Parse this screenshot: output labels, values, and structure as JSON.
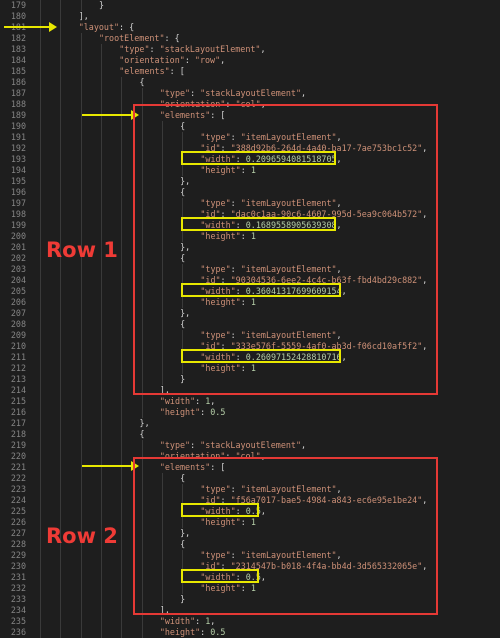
{
  "lines": [
    {
      "num": "179",
      "indent": 7,
      "parts": [
        {
          "t": "}",
          "c": "p"
        }
      ]
    },
    {
      "num": "180",
      "indent": 5,
      "parts": [
        {
          "t": "],",
          "c": "p"
        }
      ]
    },
    {
      "num": "181",
      "indent": 5,
      "parts": [
        {
          "t": "\"layout\"",
          "c": "k"
        },
        {
          "t": ": {",
          "c": "p"
        }
      ]
    },
    {
      "num": "182",
      "indent": 7,
      "parts": [
        {
          "t": "\"rootElement\"",
          "c": "k"
        },
        {
          "t": ": {",
          "c": "p"
        }
      ]
    },
    {
      "num": "183",
      "indent": 9,
      "parts": [
        {
          "t": "\"type\"",
          "c": "k"
        },
        {
          "t": ": ",
          "c": "p"
        },
        {
          "t": "\"stackLayoutElement\"",
          "c": "s"
        },
        {
          "t": ",",
          "c": "p"
        }
      ]
    },
    {
      "num": "184",
      "indent": 9,
      "parts": [
        {
          "t": "\"orientation\"",
          "c": "k"
        },
        {
          "t": ": ",
          "c": "p"
        },
        {
          "t": "\"row\"",
          "c": "s"
        },
        {
          "t": ",",
          "c": "p"
        }
      ]
    },
    {
      "num": "185",
      "indent": 9,
      "parts": [
        {
          "t": "\"elements\"",
          "c": "k"
        },
        {
          "t": ": [",
          "c": "p"
        }
      ]
    },
    {
      "num": "186",
      "indent": 11,
      "parts": [
        {
          "t": "{",
          "c": "p"
        }
      ]
    },
    {
      "num": "187",
      "indent": 13,
      "parts": [
        {
          "t": "\"type\"",
          "c": "k"
        },
        {
          "t": ": ",
          "c": "p"
        },
        {
          "t": "\"stackLayoutElement\"",
          "c": "s"
        },
        {
          "t": ",",
          "c": "p"
        }
      ]
    },
    {
      "num": "188",
      "indent": 13,
      "parts": [
        {
          "t": "\"orientation\"",
          "c": "k"
        },
        {
          "t": ": ",
          "c": "p"
        },
        {
          "t": "\"col\"",
          "c": "s"
        },
        {
          "t": ",",
          "c": "p"
        }
      ]
    },
    {
      "num": "189",
      "indent": 13,
      "parts": [
        {
          "t": "\"elements\"",
          "c": "k"
        },
        {
          "t": ": [",
          "c": "p"
        }
      ]
    },
    {
      "num": "190",
      "indent": 15,
      "parts": [
        {
          "t": "{",
          "c": "p"
        }
      ]
    },
    {
      "num": "191",
      "indent": 17,
      "parts": [
        {
          "t": "\"type\"",
          "c": "k"
        },
        {
          "t": ": ",
          "c": "p"
        },
        {
          "t": "\"itemLayoutElement\"",
          "c": "s"
        },
        {
          "t": ",",
          "c": "p"
        }
      ]
    },
    {
      "num": "192",
      "indent": 17,
      "parts": [
        {
          "t": "\"id\"",
          "c": "k"
        },
        {
          "t": ": ",
          "c": "p"
        },
        {
          "t": "\"388d92b6-264d-4a40-ba17-7ae753bc1c52\"",
          "c": "s"
        },
        {
          "t": ",",
          "c": "p"
        }
      ]
    },
    {
      "num": "193",
      "indent": 17,
      "parts": [
        {
          "t": "\"width\"",
          "c": "k"
        },
        {
          "t": ": ",
          "c": "p"
        },
        {
          "t": "0.2096594081518705",
          "c": "n"
        },
        {
          "t": ",",
          "c": "p"
        }
      ]
    },
    {
      "num": "194",
      "indent": 17,
      "parts": [
        {
          "t": "\"height\"",
          "c": "k"
        },
        {
          "t": ": ",
          "c": "p"
        },
        {
          "t": "1",
          "c": "n"
        }
      ]
    },
    {
      "num": "195",
      "indent": 15,
      "parts": [
        {
          "t": "},",
          "c": "p"
        }
      ]
    },
    {
      "num": "196",
      "indent": 15,
      "parts": [
        {
          "t": "{",
          "c": "p"
        }
      ]
    },
    {
      "num": "197",
      "indent": 17,
      "parts": [
        {
          "t": "\"type\"",
          "c": "k"
        },
        {
          "t": ": ",
          "c": "p"
        },
        {
          "t": "\"itemLayoutElement\"",
          "c": "s"
        },
        {
          "t": ",",
          "c": "p"
        }
      ]
    },
    {
      "num": "198",
      "indent": 17,
      "parts": [
        {
          "t": "\"id\"",
          "c": "k"
        },
        {
          "t": ": ",
          "c": "p"
        },
        {
          "t": "\"dac0c1aa-90c6-4607-995d-5ea9c064b572\"",
          "c": "s"
        },
        {
          "t": ",",
          "c": "p"
        }
      ]
    },
    {
      "num": "199",
      "indent": 17,
      "parts": [
        {
          "t": "\"width\"",
          "c": "k"
        },
        {
          "t": ": ",
          "c": "p"
        },
        {
          "t": "0.1689558905639308",
          "c": "n"
        },
        {
          "t": ",",
          "c": "p"
        }
      ]
    },
    {
      "num": "200",
      "indent": 17,
      "parts": [
        {
          "t": "\"height\"",
          "c": "k"
        },
        {
          "t": ": ",
          "c": "p"
        },
        {
          "t": "1",
          "c": "n"
        }
      ]
    },
    {
      "num": "201",
      "indent": 15,
      "parts": [
        {
          "t": "},",
          "c": "p"
        }
      ]
    },
    {
      "num": "202",
      "indent": 15,
      "parts": [
        {
          "t": "{",
          "c": "p"
        }
      ]
    },
    {
      "num": "203",
      "indent": 17,
      "parts": [
        {
          "t": "\"type\"",
          "c": "k"
        },
        {
          "t": ": ",
          "c": "p"
        },
        {
          "t": "\"itemLayoutElement\"",
          "c": "s"
        },
        {
          "t": ",",
          "c": "p"
        }
      ]
    },
    {
      "num": "204",
      "indent": 17,
      "parts": [
        {
          "t": "\"id\"",
          "c": "k"
        },
        {
          "t": ": ",
          "c": "p"
        },
        {
          "t": "\"90304536-6ee2-4c4c-b63f-fbd4bd29c882\"",
          "c": "s"
        },
        {
          "t": ",",
          "c": "p"
        }
      ]
    },
    {
      "num": "205",
      "indent": 17,
      "parts": [
        {
          "t": "\"width\"",
          "c": "k"
        },
        {
          "t": ": ",
          "c": "p"
        },
        {
          "t": "0.36041317699609154",
          "c": "n"
        },
        {
          "t": ",",
          "c": "p"
        }
      ]
    },
    {
      "num": "206",
      "indent": 17,
      "parts": [
        {
          "t": "\"height\"",
          "c": "k"
        },
        {
          "t": ": ",
          "c": "p"
        },
        {
          "t": "1",
          "c": "n"
        }
      ]
    },
    {
      "num": "207",
      "indent": 15,
      "parts": [
        {
          "t": "},",
          "c": "p"
        }
      ]
    },
    {
      "num": "208",
      "indent": 15,
      "parts": [
        {
          "t": "{",
          "c": "p"
        }
      ]
    },
    {
      "num": "209",
      "indent": 17,
      "parts": [
        {
          "t": "\"type\"",
          "c": "k"
        },
        {
          "t": ": ",
          "c": "p"
        },
        {
          "t": "\"itemLayoutElement\"",
          "c": "s"
        },
        {
          "t": ",",
          "c": "p"
        }
      ]
    },
    {
      "num": "210",
      "indent": 17,
      "parts": [
        {
          "t": "\"id\"",
          "c": "k"
        },
        {
          "t": ": ",
          "c": "p"
        },
        {
          "t": "\"333e576f-5559-4af0-ab3d-f06cd10af5f2\"",
          "c": "s"
        },
        {
          "t": ",",
          "c": "p"
        }
      ]
    },
    {
      "num": "211",
      "indent": 17,
      "parts": [
        {
          "t": "\"width\"",
          "c": "k"
        },
        {
          "t": ": ",
          "c": "p"
        },
        {
          "t": "0.26097152428810716",
          "c": "n"
        },
        {
          "t": ",",
          "c": "p"
        }
      ]
    },
    {
      "num": "212",
      "indent": 17,
      "parts": [
        {
          "t": "\"height\"",
          "c": "k"
        },
        {
          "t": ": ",
          "c": "p"
        },
        {
          "t": "1",
          "c": "n"
        }
      ]
    },
    {
      "num": "213",
      "indent": 15,
      "parts": [
        {
          "t": "}",
          "c": "p"
        }
      ]
    },
    {
      "num": "214",
      "indent": 13,
      "parts": [
        {
          "t": "],",
          "c": "p"
        }
      ]
    },
    {
      "num": "215",
      "indent": 13,
      "parts": [
        {
          "t": "\"width\"",
          "c": "k"
        },
        {
          "t": ": ",
          "c": "p"
        },
        {
          "t": "1",
          "c": "n"
        },
        {
          "t": ",",
          "c": "p"
        }
      ]
    },
    {
      "num": "216",
      "indent": 13,
      "parts": [
        {
          "t": "\"height\"",
          "c": "k"
        },
        {
          "t": ": ",
          "c": "p"
        },
        {
          "t": "0.5",
          "c": "n"
        }
      ]
    },
    {
      "num": "217",
      "indent": 11,
      "parts": [
        {
          "t": "},",
          "c": "p"
        }
      ]
    },
    {
      "num": "218",
      "indent": 11,
      "parts": [
        {
          "t": "{",
          "c": "p"
        }
      ]
    },
    {
      "num": "219",
      "indent": 13,
      "parts": [
        {
          "t": "\"type\"",
          "c": "k"
        },
        {
          "t": ": ",
          "c": "p"
        },
        {
          "t": "\"stackLayoutElement\"",
          "c": "s"
        },
        {
          "t": ",",
          "c": "p"
        }
      ]
    },
    {
      "num": "220",
      "indent": 13,
      "parts": [
        {
          "t": "\"orientation\"",
          "c": "k"
        },
        {
          "t": ": ",
          "c": "p"
        },
        {
          "t": "\"col\"",
          "c": "s"
        },
        {
          "t": ",",
          "c": "p"
        }
      ]
    },
    {
      "num": "221",
      "indent": 13,
      "parts": [
        {
          "t": "\"elements\"",
          "c": "k"
        },
        {
          "t": ": [",
          "c": "p"
        }
      ]
    },
    {
      "num": "222",
      "indent": 15,
      "parts": [
        {
          "t": "{",
          "c": "p"
        }
      ]
    },
    {
      "num": "223",
      "indent": 17,
      "parts": [
        {
          "t": "\"type\"",
          "c": "k"
        },
        {
          "t": ": ",
          "c": "p"
        },
        {
          "t": "\"itemLayoutElement\"",
          "c": "s"
        },
        {
          "t": ",",
          "c": "p"
        }
      ]
    },
    {
      "num": "224",
      "indent": 17,
      "parts": [
        {
          "t": "\"id\"",
          "c": "k"
        },
        {
          "t": ": ",
          "c": "p"
        },
        {
          "t": "\"f56a7017-bae5-4984-a843-ec6e95e1be24\"",
          "c": "s"
        },
        {
          "t": ",",
          "c": "p"
        }
      ]
    },
    {
      "num": "225",
      "indent": 17,
      "parts": [
        {
          "t": "\"width\"",
          "c": "k"
        },
        {
          "t": ": ",
          "c": "p"
        },
        {
          "t": "0.5",
          "c": "n"
        },
        {
          "t": ",",
          "c": "p"
        }
      ]
    },
    {
      "num": "226",
      "indent": 17,
      "parts": [
        {
          "t": "\"height\"",
          "c": "k"
        },
        {
          "t": ": ",
          "c": "p"
        },
        {
          "t": "1",
          "c": "n"
        }
      ]
    },
    {
      "num": "227",
      "indent": 15,
      "parts": [
        {
          "t": "},",
          "c": "p"
        }
      ]
    },
    {
      "num": "228",
      "indent": 15,
      "parts": [
        {
          "t": "{",
          "c": "p"
        }
      ]
    },
    {
      "num": "229",
      "indent": 17,
      "parts": [
        {
          "t": "\"type\"",
          "c": "k"
        },
        {
          "t": ": ",
          "c": "p"
        },
        {
          "t": "\"itemLayoutElement\"",
          "c": "s"
        },
        {
          "t": ",",
          "c": "p"
        }
      ]
    },
    {
      "num": "230",
      "indent": 17,
      "parts": [
        {
          "t": "\"id\"",
          "c": "k"
        },
        {
          "t": ": ",
          "c": "p"
        },
        {
          "t": "\"2314547b-b018-4f4a-bb4d-3d565332065e\"",
          "c": "s"
        },
        {
          "t": ",",
          "c": "p"
        }
      ]
    },
    {
      "num": "231",
      "indent": 17,
      "parts": [
        {
          "t": "\"width\"",
          "c": "k"
        },
        {
          "t": ": ",
          "c": "p"
        },
        {
          "t": "0.5",
          "c": "n"
        },
        {
          "t": ",",
          "c": "p"
        }
      ]
    },
    {
      "num": "232",
      "indent": 17,
      "parts": [
        {
          "t": "\"height\"",
          "c": "k"
        },
        {
          "t": ": ",
          "c": "p"
        },
        {
          "t": "1",
          "c": "n"
        }
      ]
    },
    {
      "num": "233",
      "indent": 15,
      "parts": [
        {
          "t": "}",
          "c": "p"
        }
      ]
    },
    {
      "num": "234",
      "indent": 13,
      "parts": [
        {
          "t": "],",
          "c": "p"
        }
      ]
    },
    {
      "num": "235",
      "indent": 13,
      "parts": [
        {
          "t": "\"width\"",
          "c": "k"
        },
        {
          "t": ": ",
          "c": "p"
        },
        {
          "t": "1",
          "c": "n"
        },
        {
          "t": ",",
          "c": "p"
        }
      ]
    },
    {
      "num": "236",
      "indent": 13,
      "parts": [
        {
          "t": "\"height\"",
          "c": "k"
        },
        {
          "t": ": ",
          "c": "p"
        },
        {
          "t": "0.5",
          "c": "n"
        }
      ]
    }
  ],
  "annotations": {
    "row1_label": "Row 1",
    "row2_label": "Row 2",
    "annotation_color": "#e53935",
    "highlight_color": "#e8e800"
  }
}
